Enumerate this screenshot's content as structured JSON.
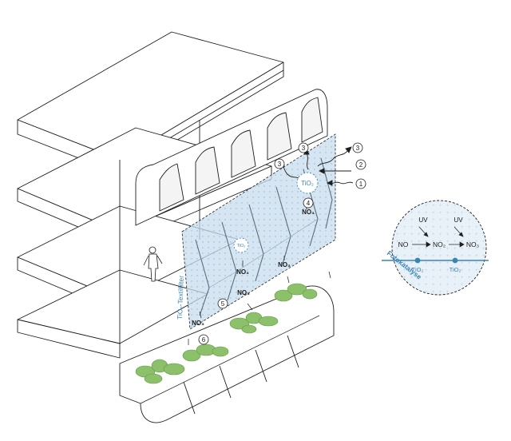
{
  "colors": {
    "line": "#1e1e1e",
    "facade_fill": "#dde8f0",
    "textile_fill": "#c7dcec",
    "accent_blue": "#3a84b5",
    "plant_green": "#8cc06a",
    "plant_dark": "#5e9a45"
  },
  "callouts": {
    "c1": "1",
    "c2": "2",
    "c3a": "3",
    "c3b": "3",
    "c3c": "3",
    "c4": "4",
    "c5": "5",
    "c6": "6"
  },
  "facade_labels": {
    "tio2_big": "TiO₂",
    "tio2_small": "TiO₂",
    "no3_1": "NO₃",
    "no3_2": "NO₃",
    "no3_3": "NO₃",
    "no3_4": "NO₃",
    "no3_5": "NO₃",
    "textile_label": "TiO₂-Textilfilter"
  },
  "reaction_inset": {
    "uv_left": "UV",
    "uv_right": "UV",
    "no": "NO",
    "no2": "NO₂",
    "no3": "NO₃",
    "tio2_left": "TiO₂",
    "tio2_right": "TiO₂",
    "process_label": "Fotokatalyse"
  }
}
